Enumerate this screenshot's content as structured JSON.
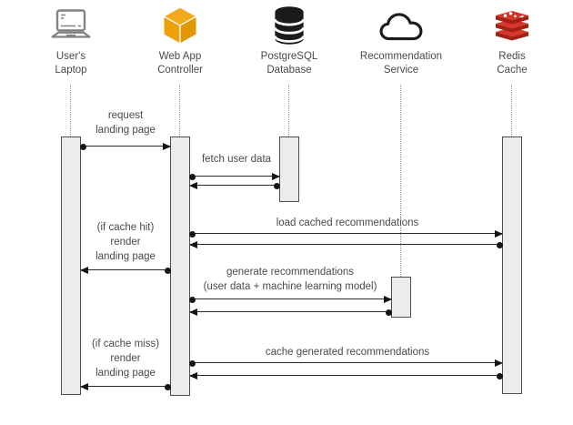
{
  "palette": {
    "background": "#ffffff",
    "text": "#4a4a4a",
    "message_line": "#2b2b2b",
    "activation_fill": "#ececec",
    "activation_border": "#4f4f4f",
    "lifeline": "#9a9a9a",
    "cube_orange": "#efa30a",
    "redis_red": "#d8362a",
    "redis_dark_red": "#a42116",
    "icon_black": "#1b1b1b",
    "laptop_gray": "#828282"
  },
  "actors": [
    {
      "label": "User's\nLaptop",
      "icon": "laptop-icon"
    },
    {
      "label": "Web App\nController",
      "icon": "cube-icon"
    },
    {
      "label": "PostgreSQL\nDatabase",
      "icon": "database-icon"
    },
    {
      "label": "Recommendation\nService",
      "icon": "cloud-icon"
    },
    {
      "label": "Redis\nCache",
      "icon": "redis-icon"
    }
  ],
  "messages": [
    {
      "label": "request\nlanding page",
      "from": "User's Laptop",
      "to": "Web App Controller",
      "reply": false
    },
    {
      "label": "fetch user data",
      "from": "Web App Controller",
      "to": "PostgreSQL Database",
      "reply": true
    },
    {
      "label": "load cached recommendations",
      "from": "Web App Controller",
      "to": "Redis Cache",
      "reply": true
    },
    {
      "label": "(if cache hit)\nrender\nlanding page",
      "from": "Web App Controller",
      "to": "User's Laptop",
      "reply": false
    },
    {
      "label": "generate recommendations\n(user data + machine learning model)",
      "from": "Web App Controller",
      "to": "Recommendation Service",
      "reply": true
    },
    {
      "label": "cache generated recommendations",
      "from": "Web App Controller",
      "to": "Redis Cache",
      "reply": true
    },
    {
      "label": "(if cache miss)\nrender\nlanding page",
      "from": "Web App Controller",
      "to": "User's Laptop",
      "reply": false
    }
  ]
}
